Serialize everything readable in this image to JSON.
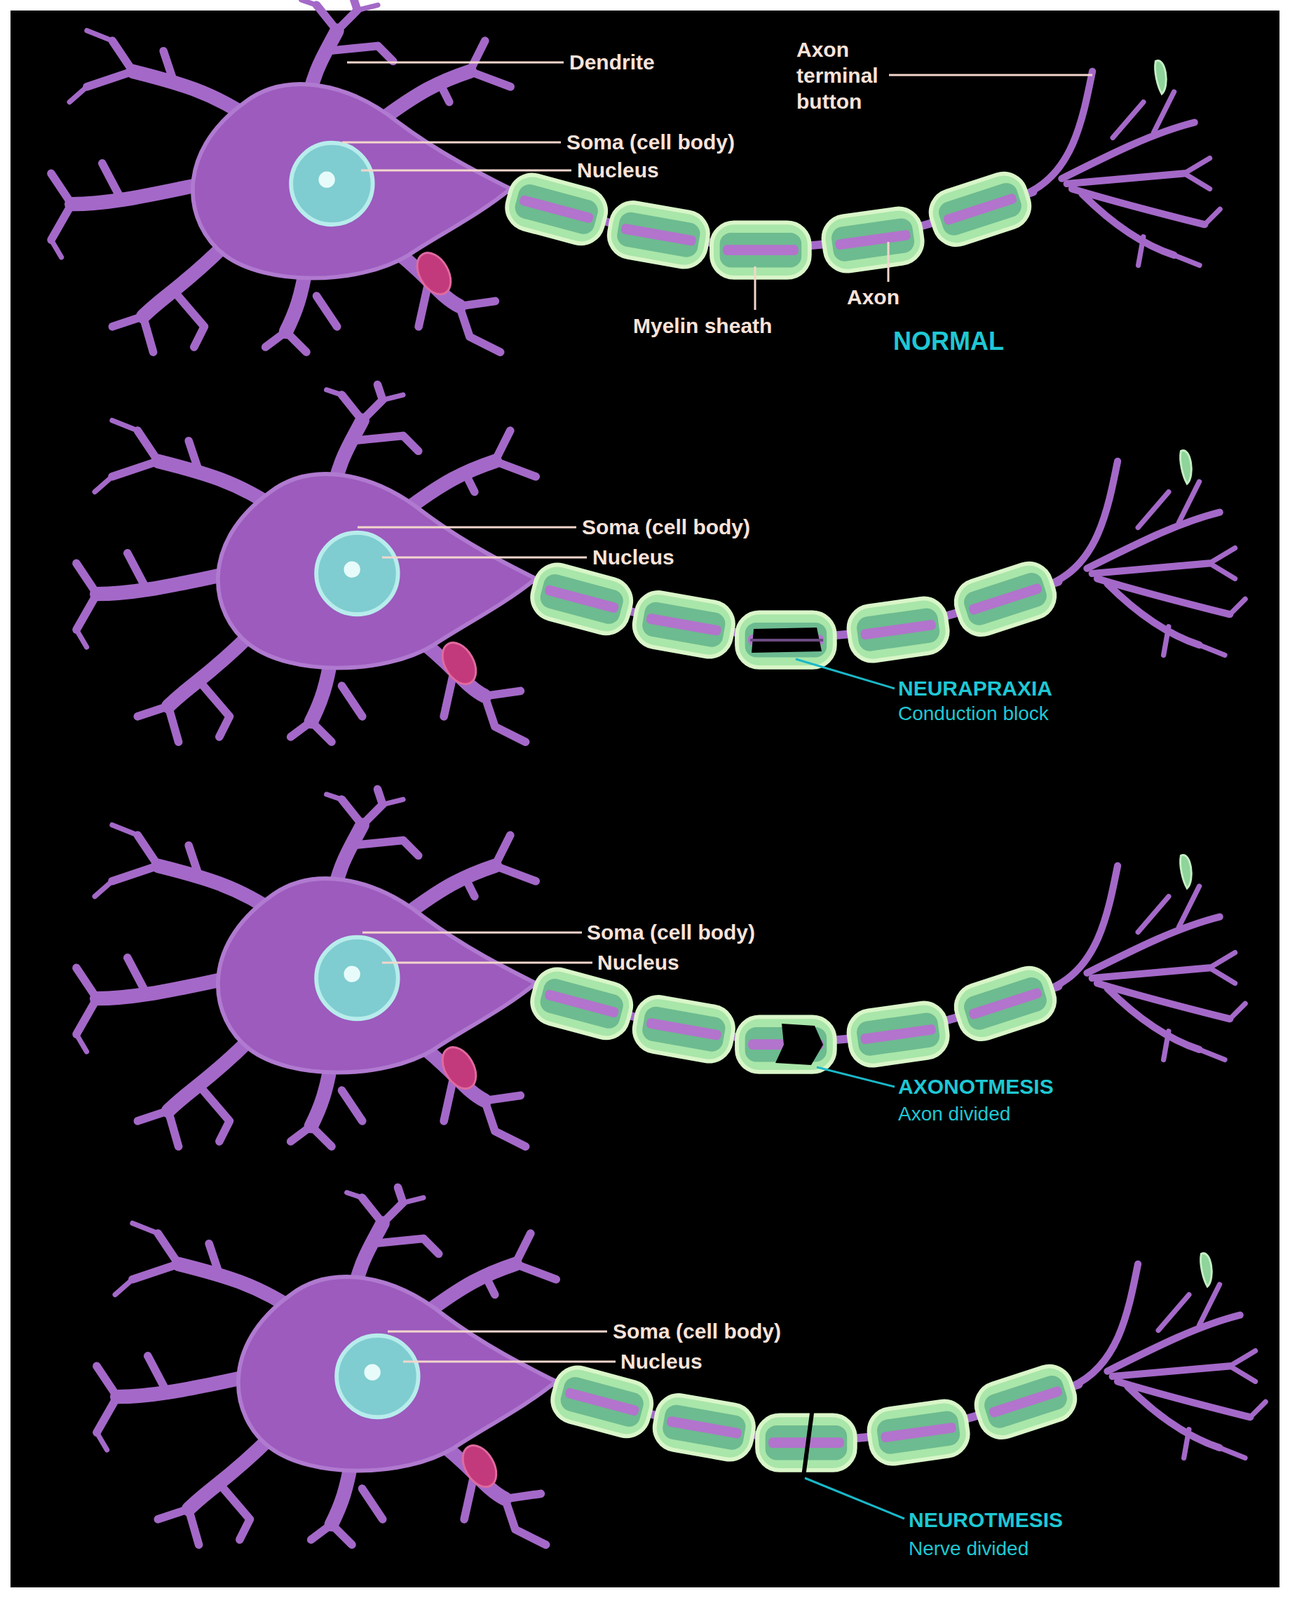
{
  "diagram": {
    "labels": [
      "Dendrite",
      "Axon terminal button",
      "Soma (cell body)",
      "Nucleus",
      "Axon",
      "Myelin sheath",
      "NORMAL",
      "Soma (cell body)",
      "Nucleus",
      "NEURAPRAXIA",
      "Conduction block",
      "Soma (cell body)",
      "Nucleus",
      "AXONOTMESIS",
      "Axon divided",
      "Soma (cell body)",
      "Nucleus",
      "NEUROTMESIS",
      "Nerve divided"
    ]
  }
}
